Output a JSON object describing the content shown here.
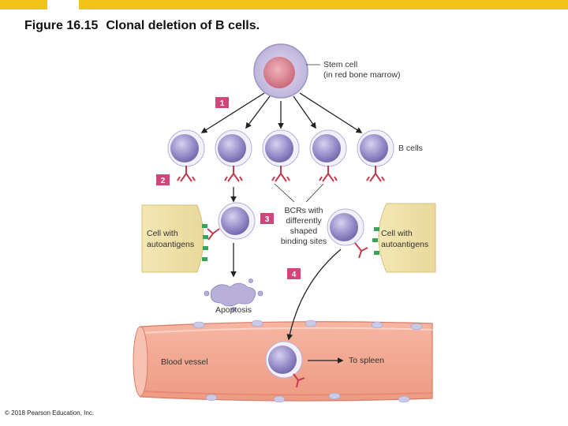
{
  "figure": {
    "number": "Figure 16.15",
    "caption": "Clonal deletion of B cells."
  },
  "labels": {
    "stem_cell_line1": "Stem cell",
    "stem_cell_line2": "(in red bone marrow)",
    "b_cells": "B cells",
    "bcrs_line1": "BCRs with",
    "bcrs_line2": "differently",
    "bcrs_line3": "shaped",
    "bcrs_line4": "binding sites",
    "left_cell_line1": "Cell with",
    "left_cell_line2": "autoantigens",
    "right_cell_line1": "Cell with",
    "right_cell_line2": "autoantigens",
    "apoptosis": "Apoptosis",
    "blood_vessel": "Blood vessel",
    "to_spleen": "To spleen"
  },
  "steps": [
    "1",
    "2",
    "3",
    "4"
  ],
  "copyright": "© 2018 Pearson Education, Inc.",
  "colors": {
    "topbar_gold": "#f0c419",
    "step_badge": "#d0457a",
    "cell_purple": "#8f86c2",
    "receptor": "#c43a4e",
    "antigen_green": "#3aa35a",
    "vessel": "#f3a48e"
  }
}
